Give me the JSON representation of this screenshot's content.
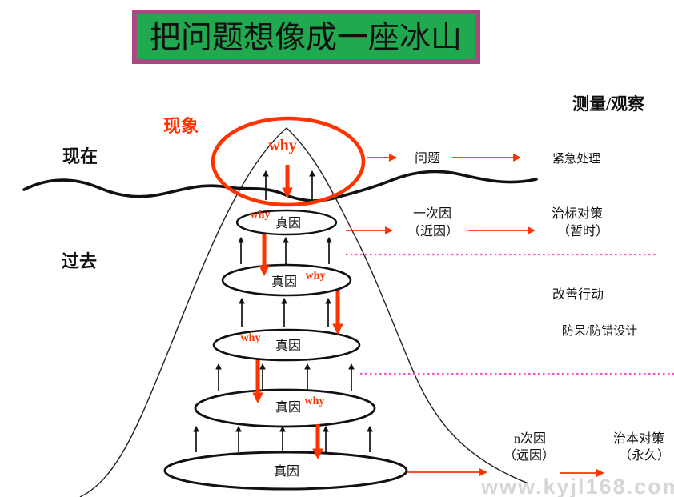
{
  "slide": {
    "title": "把问题想像成一座冰山",
    "watermark": "www.kyjl168.com"
  },
  "labels": {
    "measure_observe": "测量/观察",
    "now": "现在",
    "past": "过去",
    "phenomenon": "现象"
  },
  "iceberg": {
    "top_why": "why",
    "levels": [
      {
        "label": "真因",
        "why": "why"
      },
      {
        "label": "真因",
        "why": "why"
      },
      {
        "label": "真因",
        "why": "why"
      },
      {
        "label": "真因",
        "why": "why"
      },
      {
        "label": "真因"
      }
    ]
  },
  "flow": {
    "problem": "问题",
    "urgent_action": "紧急处理",
    "first_cause": {
      "line1": "一次因",
      "line2": "（近因）"
    },
    "symptomatic": {
      "line1": "治标对策",
      "line2": "（暂时）"
    },
    "improvement": "改善行动",
    "mistake_proofing": "防呆/防错设计",
    "nth_cause": {
      "line1": "n次因",
      "line2": "（远因）"
    },
    "permanent": {
      "line1": "治本对策",
      "line2": "（永久）"
    }
  },
  "colors": {
    "title_bg": "#21a94f",
    "title_border": "#a8497f",
    "accent_red": "#ff3300",
    "divider_pink": "#ff4dc4",
    "watermark_gray": "#d6d6d6"
  }
}
